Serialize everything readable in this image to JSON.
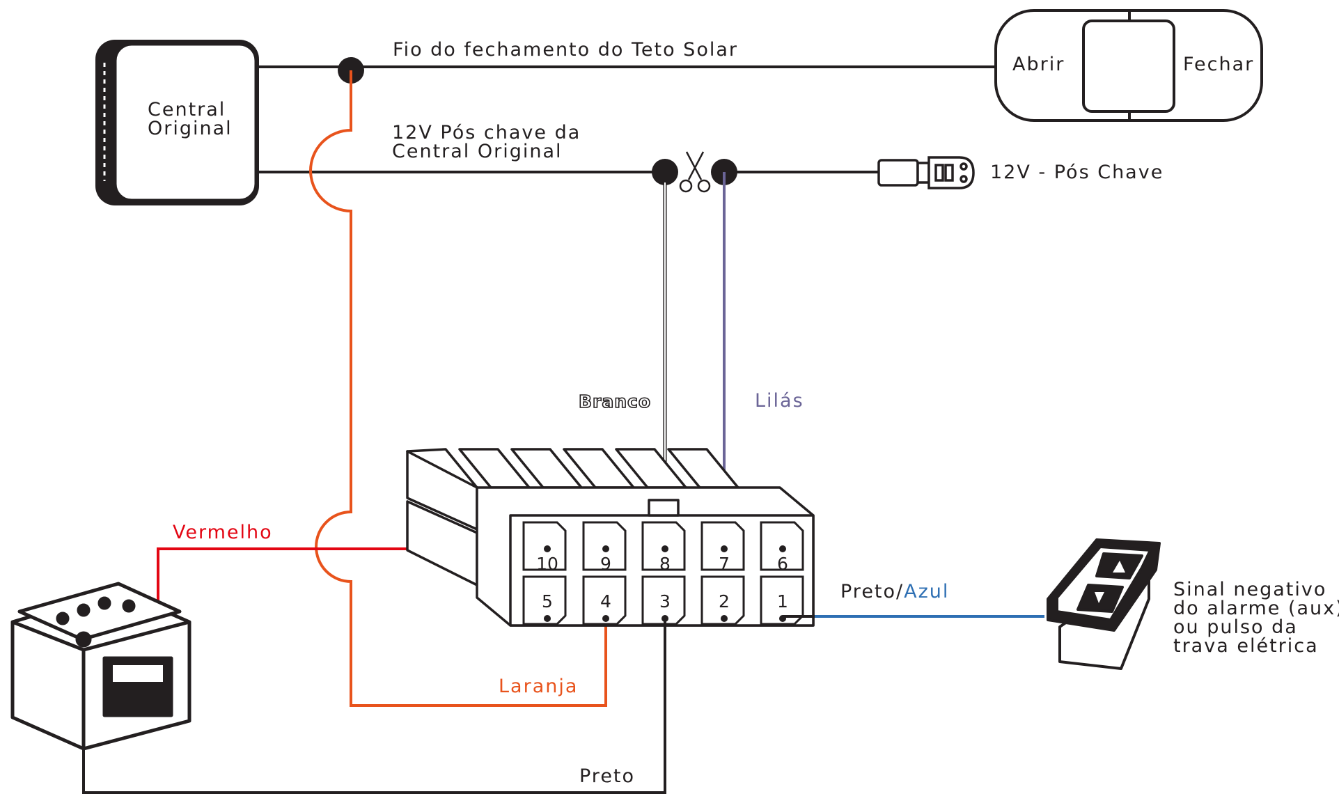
{
  "colors": {
    "red": "#e30613",
    "orange": "#e8531c",
    "lilac": "#6b6597",
    "blue": "#2e6fb3",
    "black": "#231f20"
  },
  "central": {
    "line1": "Central",
    "line2": "Original"
  },
  "sunroof_wire": "Fio do fechamento do Teto Solar",
  "switch": {
    "open": "Abrir",
    "close": "Fechar"
  },
  "post_key_central": {
    "line1": "12V Pós chave da",
    "line2": "Central Original"
  },
  "post_key": "12V - Pós Chave",
  "wires": {
    "white": "Branco",
    "lilac": "Lilás",
    "red": "Vermelho",
    "orange": "Laranja",
    "black": "Preto",
    "black_blue_a": "Preto/",
    "black_blue_b": "Azul"
  },
  "connector_pins": {
    "top": [
      "10",
      "9",
      "8",
      "7",
      "6"
    ],
    "bottom": [
      "5",
      "4",
      "3",
      "2",
      "1"
    ]
  },
  "alarm": {
    "line1": "Sinal negativo",
    "line2": "do alarme (aux)",
    "line3": "ou pulso da",
    "line4": "trava elétrica"
  },
  "icons": [
    "scissors-icon",
    "plug-icon",
    "battery-icon",
    "window-switch-icon"
  ]
}
